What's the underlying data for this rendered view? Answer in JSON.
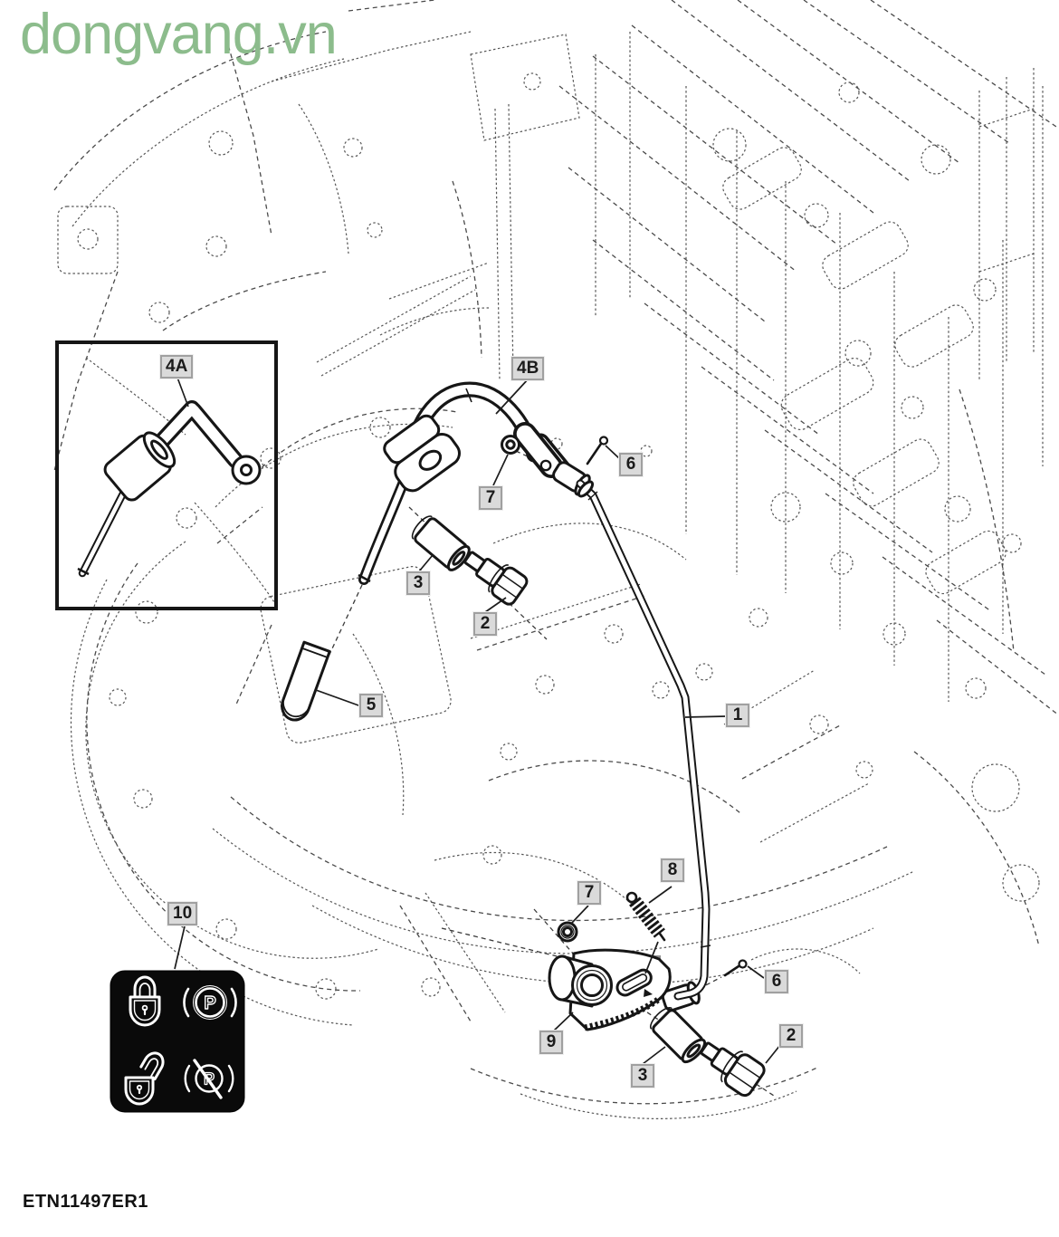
{
  "watermark": {
    "text": "dongvang.vn",
    "color": "#8cbc8c"
  },
  "figure": {
    "code": "ETN11497ER1",
    "kind": "exploded-parts-diagram"
  },
  "callouts": [
    {
      "id": "4A-inset",
      "label": "4A"
    },
    {
      "id": "4B-lever",
      "label": "4B"
    },
    {
      "id": "7-upper",
      "label": "7"
    },
    {
      "id": "6-upper",
      "label": "6"
    },
    {
      "id": "3-upper",
      "label": "3"
    },
    {
      "id": "2-upper",
      "label": "2"
    },
    {
      "id": "5-pin",
      "label": "5"
    },
    {
      "id": "1-rod",
      "label": "1"
    },
    {
      "id": "10-decal",
      "label": "10"
    },
    {
      "id": "7-lower",
      "label": "7"
    },
    {
      "id": "8-spring",
      "label": "8"
    },
    {
      "id": "9-cam",
      "label": "9"
    },
    {
      "id": "6-lower",
      "label": "6"
    },
    {
      "id": "3-lower",
      "label": "3"
    },
    {
      "id": "2-lower",
      "label": "2"
    }
  ],
  "decal": {
    "icons": [
      {
        "name": "lock-closed-icon"
      },
      {
        "name": "parking-brake-icon",
        "glyph": "P"
      },
      {
        "name": "lock-open-icon"
      },
      {
        "name": "parking-brake-off-icon",
        "glyph": "P"
      }
    ]
  },
  "colors": {
    "watermark_green": "#8cbc8c",
    "callout_bg": "#dadada",
    "callout_border": "#a0a0a0",
    "line": "#161616",
    "decal_bg": "#0a0a0a"
  }
}
